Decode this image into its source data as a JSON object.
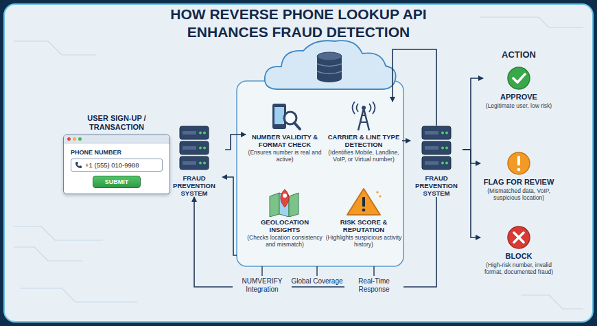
{
  "diagram": {
    "title": "HOW REVERSE PHONE LOOKUP API ENHANCES FRAUD DETECTION",
    "nodes": [
      {
        "text": [
          "USER SIGN-UP / TRANSACTION",
          "PHONE NUMBER"
        ]
      },
      {
        "text": [
          "+1 (555) 010-9988"
        ],
        "in": 0
      },
      {
        "text": [
          "SUBMIT"
        ],
        "in": 0
      },
      {
        "text": [
          "FRAUD PREVENTION SYSTEM"
        ]
      },
      {
        "text": [
          "NUMBER VALIDITY & FORMAT CHECK",
          "(Ensures number is real and active)"
        ]
      },
      {
        "text": [
          "CARRIER & LINE TYPE DETECTION",
          "(Identifies Mobile, Landline, VoIP, or Virtual number)"
        ]
      },
      {
        "text": [
          "GEOLOCATION INSIGHTS",
          "(Checks location consistency and mismatch)"
        ]
      },
      {
        "text": [
          "RISK SCORE & REPUTATION",
          "(Highlights suspicious activity history)"
        ]
      },
      {
        "text": [
          "FRAUD PREVENTION SYSTEM"
        ]
      },
      {
        "text": [
          "APPROVE",
          "(Legitimate user, low risk)"
        ]
      },
      {
        "text": [
          "FLAG FOR REVIEW",
          "(Mismatched data, VoIP, suspicious location)"
        ]
      },
      {
        "text": [
          "BLOCK",
          "(High-risk number, invalid format, documented fraud)"
        ]
      }
    ],
    "edges": [
      {
        "from": 0,
        "to": 3,
        "arrow": "to"
      },
      {
        "from": 3,
        "to": 4,
        "arrow": "to"
      },
      {
        "from": 5,
        "to": 8,
        "arrow": "to"
      },
      {
        "from": 8,
        "to": 5,
        "arrow": "to"
      },
      {
        "from": 8,
        "to": 3,
        "arrow": "to"
      },
      {
        "from": 8,
        "to": 9,
        "arrow": "to"
      },
      {
        "from": 8,
        "to": 10,
        "arrow": "to"
      },
      {
        "from": 8,
        "to": 11,
        "arrow": "to"
      }
    ],
    "labels": [
      "ACTION",
      "NUMVERIFY Integration",
      "Global Coverage",
      "Real-Time Response"
    ]
  }
}
